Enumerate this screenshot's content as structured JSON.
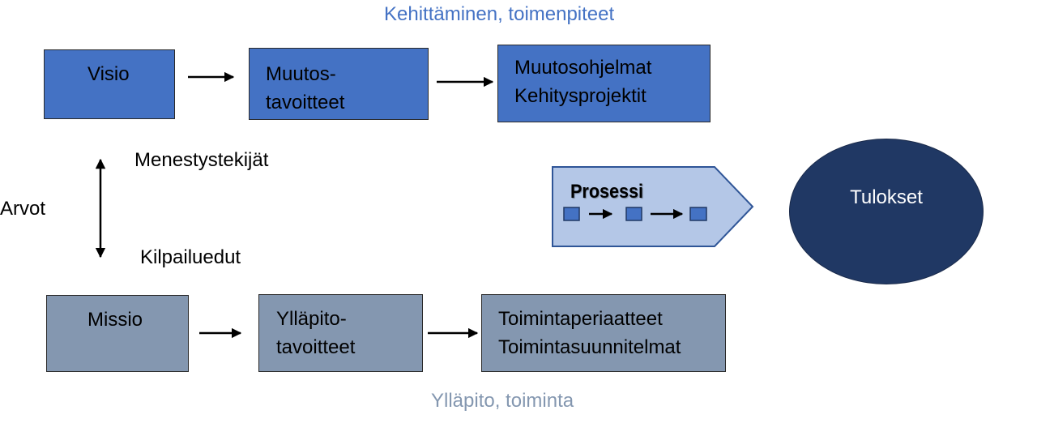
{
  "top_heading": "Kehittäminen, toimenpiteet",
  "bottom_heading": "Ylläpito, toiminta",
  "development_row": {
    "visio": "Visio",
    "goals_line1": "Muutos-",
    "goals_line2": "tavoitteet",
    "programs_line1": "Muutosohjelmat",
    "programs_line2": "Kehitysprojektit"
  },
  "maintenance_row": {
    "missio": "Missio",
    "goals_line1": "Ylläpito-",
    "goals_line2": "tavoitteet",
    "plans_line1": "Toimintaperiaatteet",
    "plans_line2": "Toimintasuunnitelmat"
  },
  "middle": {
    "arvot": "Arvot",
    "success_factors": "Menestystekijät",
    "competition": "Kilpailuedut"
  },
  "process": {
    "title": "Prosessi"
  },
  "results": {
    "label": "Tulokset"
  },
  "colors": {
    "development_fill": "#4472c4",
    "maintenance_fill": "#8497b0",
    "process_fill": "#b4c7e7",
    "results_fill": "#203864",
    "top_heading_color": "#4472c4",
    "bottom_heading_color": "#8497b0"
  }
}
